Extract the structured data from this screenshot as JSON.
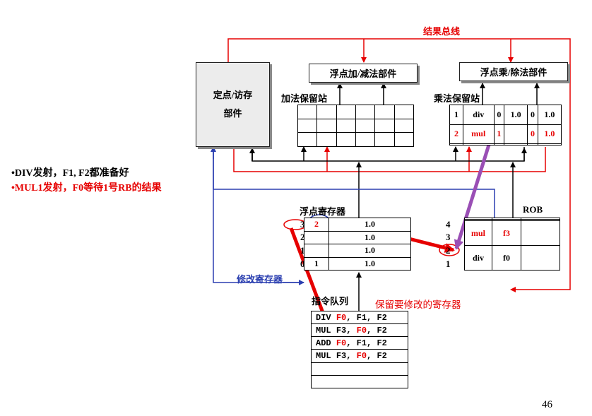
{
  "result_bus": "结果总线",
  "fixed_unit": {
    "line1": "定点/访存",
    "line2": "部件"
  },
  "fp_add_unit": "浮点加/减法部件",
  "fp_mul_unit": "浮点乘/除法部件",
  "add_station": {
    "title": "加法保留站"
  },
  "mul_station": {
    "title": "乘法保留站",
    "rows": [
      [
        "1",
        "div",
        "0",
        "1.0",
        "0",
        "1.0"
      ],
      [
        "2",
        "mul",
        "1",
        "",
        "0",
        "1.0"
      ]
    ]
  },
  "notes": {
    "line1": "•DIV发射，F1, F2都准备好",
    "line2": "•MUL1发射，F0等待1号RB的结果"
  },
  "fp_registers": {
    "title": "浮点寄存器",
    "rows": [
      {
        "idx": "3",
        "tag": "2",
        "val": "1.0"
      },
      {
        "idx": "2",
        "tag": "",
        "val": "1.0"
      },
      {
        "idx": "1",
        "tag": "",
        "val": "1.0"
      },
      {
        "idx": "0",
        "tag": "1",
        "val": "1.0"
      }
    ]
  },
  "modify_label": "修改寄存器",
  "rob": {
    "title": "ROB",
    "rows": [
      {
        "idx": "4",
        "op": "",
        "dest": ""
      },
      {
        "idx": "3",
        "op": "",
        "dest": ""
      },
      {
        "idx": "2",
        "op": "mul",
        "dest": "f3"
      },
      {
        "idx": "1",
        "op": "div",
        "dest": "f0"
      }
    ]
  },
  "inst_queue": {
    "title": "指令队列",
    "rows": [
      {
        "op": "DIV",
        "dst": "F0",
        "s1": "F1",
        "s2": "F2"
      },
      {
        "op": "MUL",
        "dst": "F3",
        "s1": "F0",
        "s2": "F2"
      },
      {
        "op": "ADD",
        "dst": "F0",
        "s1": "F1",
        "s2": "F2"
      },
      {
        "op": "MUL",
        "dst": "F3",
        "s1": "F0",
        "s2": "F2"
      }
    ]
  },
  "reserve_note": "保留要修改的寄存器",
  "page_number": "46",
  "colors": {
    "red": "#e60000",
    "blue": "#2b3fb0",
    "purple": "#9a4fb5",
    "black": "#000000"
  }
}
